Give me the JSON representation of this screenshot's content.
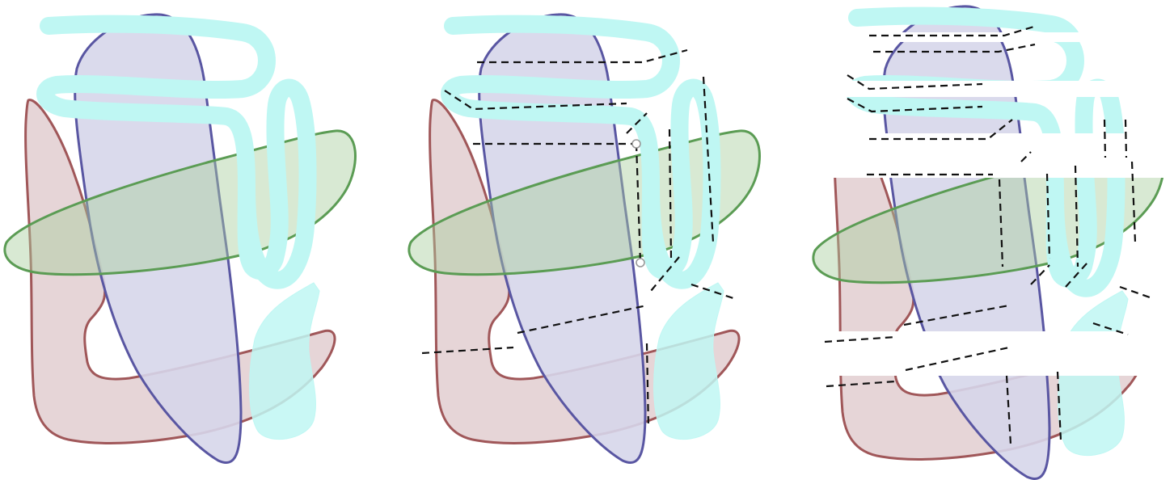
{
  "diagram": {
    "panels": [
      {
        "id": "original-shapes",
        "cuts": false
      },
      {
        "id": "cut-lines",
        "cuts": true
      },
      {
        "id": "separated-pieces",
        "exploded": true
      }
    ],
    "shapes": {
      "brown": {
        "fill": "#e6d5d7",
        "stroke": "#a05759"
      },
      "blue": {
        "fill": "#d6d6ea",
        "stroke": "#5956a2"
      },
      "green": {
        "fill": "#a9cf9d",
        "stroke": "#5b9c54"
      },
      "cyan": {
        "fill": "#bff7f3",
        "stroke": "#2ee0e1"
      }
    },
    "cut_color": "#111111",
    "node_color": "#999999"
  }
}
